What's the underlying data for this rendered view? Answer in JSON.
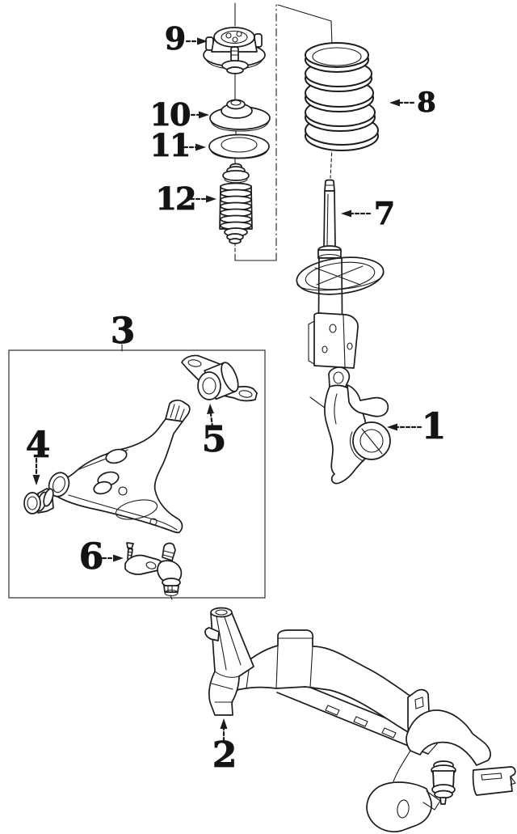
{
  "figure": {
    "background_color": "#ffffff",
    "ink_color": "#1c1c1c"
  },
  "callouts": [
    {
      "number": "1"
    },
    {
      "number": "2"
    },
    {
      "number": "3"
    },
    {
      "number": "4"
    },
    {
      "number": "5"
    },
    {
      "number": "6"
    },
    {
      "number": "7"
    },
    {
      "number": "8"
    },
    {
      "number": "9"
    },
    {
      "number": "10"
    },
    {
      "number": "11"
    },
    {
      "number": "12"
    }
  ]
}
